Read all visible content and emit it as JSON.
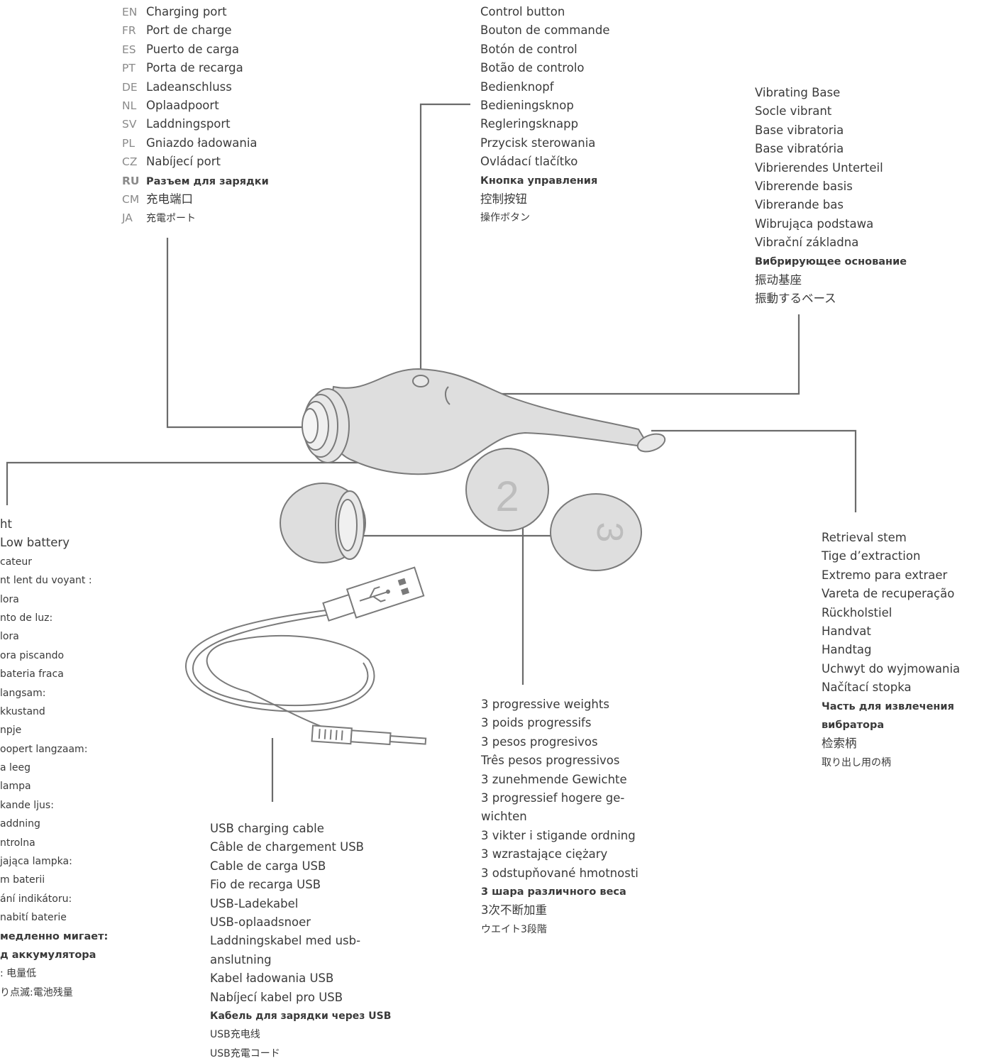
{
  "charging_port": {
    "codes": [
      "EN",
      "FR",
      "ES",
      "PT",
      "DE",
      "NL",
      "SV",
      "PL",
      "CZ",
      "RU",
      "CM",
      "JA"
    ],
    "labels": [
      "Charging port",
      "Port de charge",
      "Puerto de carga",
      "Porta de recarga",
      "Ladeanschluss",
      "Oplaadpoort",
      "Laddningsport",
      "Gniazdo ładowania",
      "Nabíjecí port",
      "Разъем для зарядки",
      "充电端口",
      "充電ポート"
    ]
  },
  "control_button": {
    "labels": [
      "Control button",
      "Bouton de commande",
      "Botón de control",
      "Botão de controlo",
      "Bedienknopf",
      "Bedieningsknop",
      "Regleringsknapp",
      "Przycisk sterowania",
      "Ovládací tlačítko",
      "Кнопка управления",
      "控制按钮",
      "操作ボタン"
    ]
  },
  "vibrating_base": {
    "labels": [
      "Vibrating Base",
      "Socle vibrant",
      "Base vibratoria",
      "Base vibratória",
      "Vibrierendes Unterteil",
      "Vibrerende basis",
      "Vibrerande bas",
      "Wibrująca podstawa",
      "Vibrační základna",
      "Вибрирующее основание",
      "振动基座",
      "振動するベース"
    ]
  },
  "retrieval_stem": {
    "labels": [
      "Retrieval stem",
      "Tige d’extraction",
      "Extremo para extraer",
      "Vareta de recuperação",
      "Rückholstiel",
      "Handvat",
      "Handtag",
      "Uchwyt do wyjmowania",
      "Načítací stopka",
      "Часть для извлечения вибратора",
      "检索柄",
      "取り出し用の柄"
    ]
  },
  "weights": {
    "labels": [
      "3 progressive weights",
      "3 poids progressifs",
      "3 pesos progresivos",
      "Três pesos progressivos",
      "3 zunehmende Gewichte",
      "3 progressief hogere ge-wichten",
      "3 vikter i stigande ordning",
      "3 wzrastające ciężary",
      "3 odstupňované hmotnosti",
      "3 шара различного веса",
      "3次不断加重",
      "ウエイト3段階"
    ],
    "weight_numbers": [
      "2",
      "3"
    ]
  },
  "usb_cable": {
    "labels": [
      "USB charging cable",
      "Câble de chargement USB",
      "Cable de carga USB",
      "Fio de recarga USB",
      "USB-Ladekabel",
      "USB-oplaadsnoer",
      "Laddningskabel med usb-anslutning",
      "Kabel ładowania USB",
      "Nabíjecí kabel pro USB",
      "Кабель для зарядки через USB",
      "USB充电线",
      "USB充電コード"
    ]
  },
  "indicator_light": {
    "labels": [
      "ht",
      "Low battery",
      "cateur",
      "nt lent du voyant :",
      "lora",
      "nto de luz:",
      "lora",
      "ora piscando",
      "bateria fraca",
      "langsam:",
      "kkustand",
      "npje",
      "oopert langzaam:",
      "a leeg",
      "lampa",
      "kande ljus:",
      "addning",
      "ntrolna",
      "jająca lampka:",
      "m baterii",
      "ání indikátoru:",
      "nabití baterie",
      "медленно мигает:",
      "д аккумулятора",
      ":  电量低",
      "り点滅:電池残量"
    ]
  },
  "colors": {
    "line": "#6b6b6b",
    "device_fill": "#dedede",
    "device_stroke": "#7a7a7a",
    "text": "#3a3a3a",
    "code_text": "#8a8a8a"
  }
}
